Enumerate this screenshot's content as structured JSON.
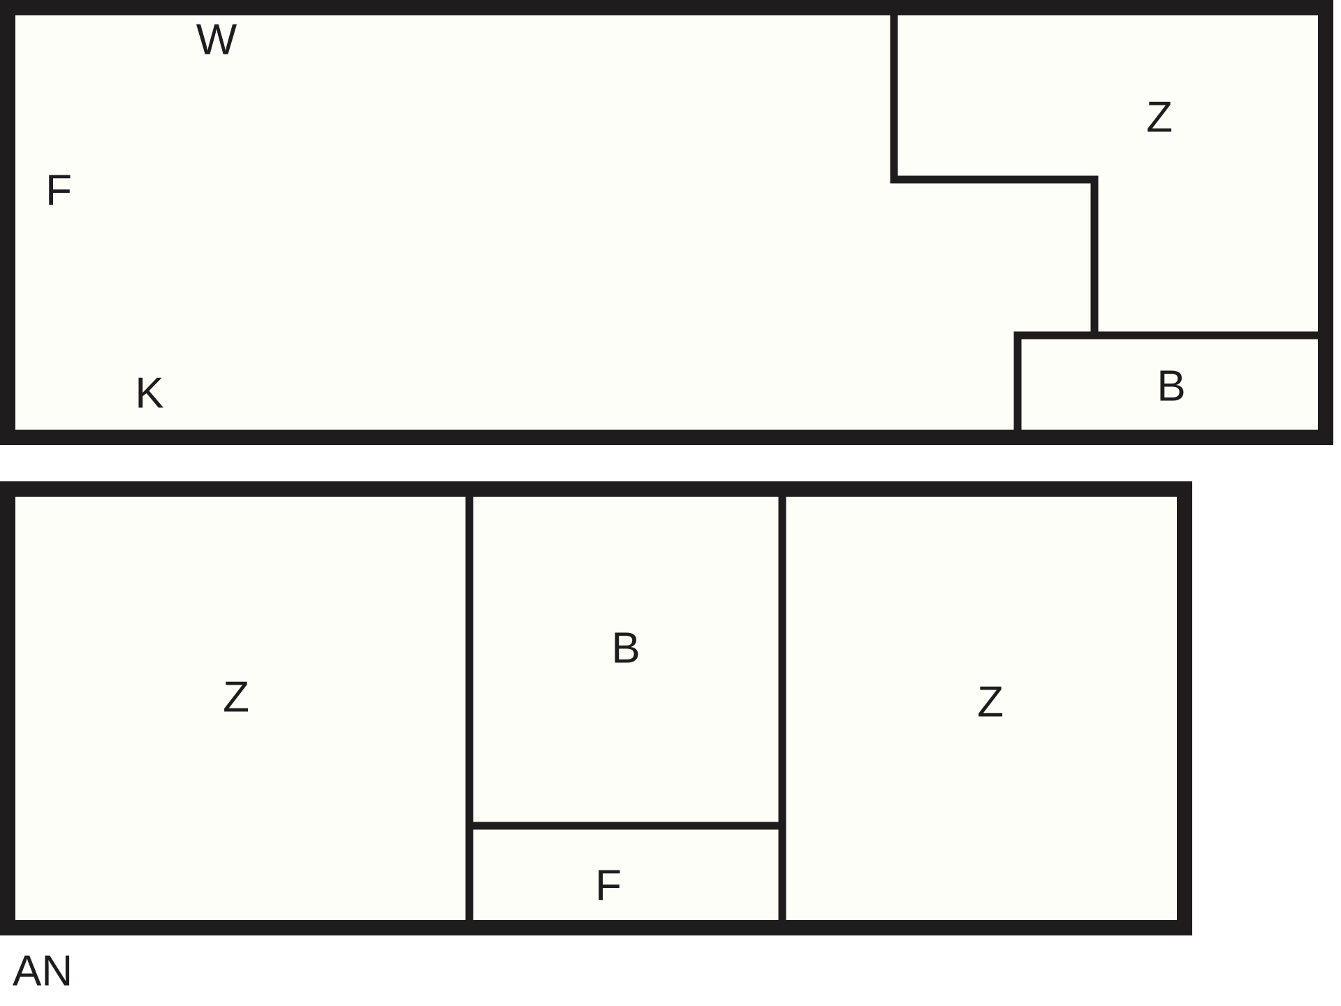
{
  "colors": {
    "paper": "#fefef9",
    "ink": "#1e1c1c",
    "background": "#ffffff"
  },
  "top_plan": {
    "labels": {
      "w": "W",
      "f": "F",
      "k": "K",
      "z": "Z",
      "b": "B"
    }
  },
  "bottom_plan": {
    "labels": {
      "z_left": "Z",
      "b": "B",
      "f": "F",
      "z_right": "Z"
    },
    "caption": "AN"
  }
}
